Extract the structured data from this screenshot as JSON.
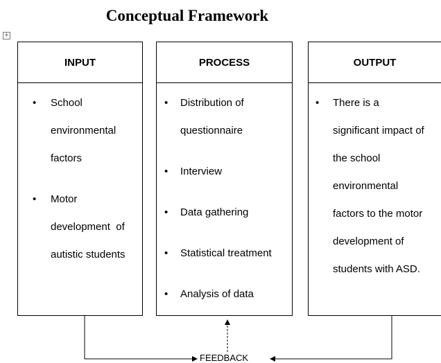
{
  "title": "Conceptual Framework",
  "anchor_icon": "move-handle-icon",
  "input": {
    "heading": "INPUT",
    "items": [
      [
        "School",
        "environmental",
        "factors"
      ],
      [
        "Motor",
        "development  of",
        "autistic students"
      ]
    ]
  },
  "process": {
    "heading": "PROCESS",
    "items": [
      [
        "Distribution of",
        "questionnaire"
      ],
      [
        "Interview"
      ],
      [
        "Data gathering"
      ],
      [
        "Statistical treatment"
      ],
      [
        "Analysis of data"
      ]
    ]
  },
  "output": {
    "heading": "OUTPUT",
    "items": [
      [
        "There is a",
        "significant impact of",
        "the school",
        "environmental",
        "factors to the motor",
        "development of",
        "students with ASD."
      ]
    ]
  },
  "feedback_label": "FEEDBACK"
}
